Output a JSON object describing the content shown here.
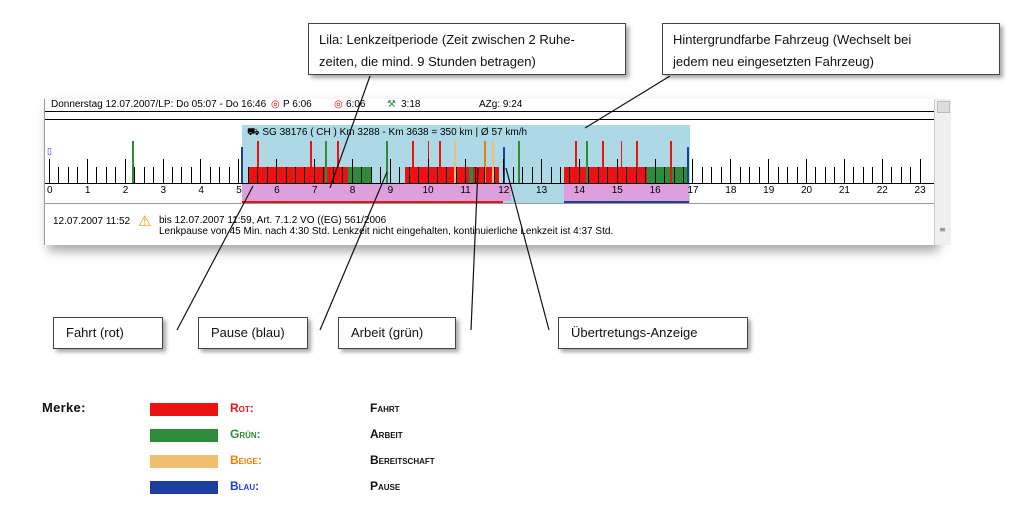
{
  "callouts": {
    "lila": {
      "line1": "Lila: Lenkzeitperiode (Zeit zwischen 2 Ruhe-",
      "line2": "zeiten, die mind. 9 Stunden betragen)"
    },
    "vehicle": {
      "line1": "Hintergrundfarbe Fahrzeug (Wechselt bei",
      "line2": "jedem neu eingesetzten Fahrzeug)"
    },
    "fahrt": "Fahrt (rot)",
    "pause": "Pause (blau)",
    "arbeit": "Arbeit (grün)",
    "violation": "Übertretungs-Anzeige"
  },
  "panel": {
    "header_date": "Donnerstag 12.07.2007/LP: Do 05:07 - Do 16:46",
    "p_value": "P 6:06",
    "second_value": "6:06",
    "third_value": "3:18",
    "azg": "AZg: 9:24",
    "vehicle": "SG 38176 ( CH ) Km 3288 - Km 3638 = 350 km | Ø 57 km/h",
    "hours": [
      "0",
      "1",
      "2",
      "3",
      "4",
      "5",
      "6",
      "7",
      "8",
      "9",
      "10",
      "11",
      "12",
      "13",
      "14",
      "15",
      "16",
      "17",
      "18",
      "19",
      "20",
      "21",
      "22",
      "23"
    ],
    "msg_time": "12.07.2007 11:52",
    "msg_line1": "bis 12.07.2007 11:59, Art. 7.1.2 VO ((EG) 561/2006",
    "msg_line2": "Lenkpause von 45 Min. nach 4:30 Std. Lenkzeit nicht eingehalten, kontinuierliche Lenkzeit ist 4:37 Std."
  },
  "legend": {
    "title": "Merke:",
    "items": [
      {
        "color_word": "Rot:",
        "term": "Fahrt",
        "color": "#ee1111"
      },
      {
        "color_word": "Grün:",
        "term": "Arbeit",
        "color": "#2e8b3a"
      },
      {
        "color_word": "Beige:",
        "term": "Bereitschaft",
        "color": "#f0c070"
      },
      {
        "color_word": "Blau:",
        "term": "Pause",
        "color": "#1c3f9e"
      }
    ]
  },
  "colors": {
    "fahrt": "#ee1111",
    "arbeit": "#2e8b3a",
    "pause": "#1c3f9e",
    "lila": "#dda0dd",
    "vehicle": "#add8e6",
    "beige": "#f0c070",
    "orange": "#f08000",
    "blau_word": "#1b3fd0"
  }
}
